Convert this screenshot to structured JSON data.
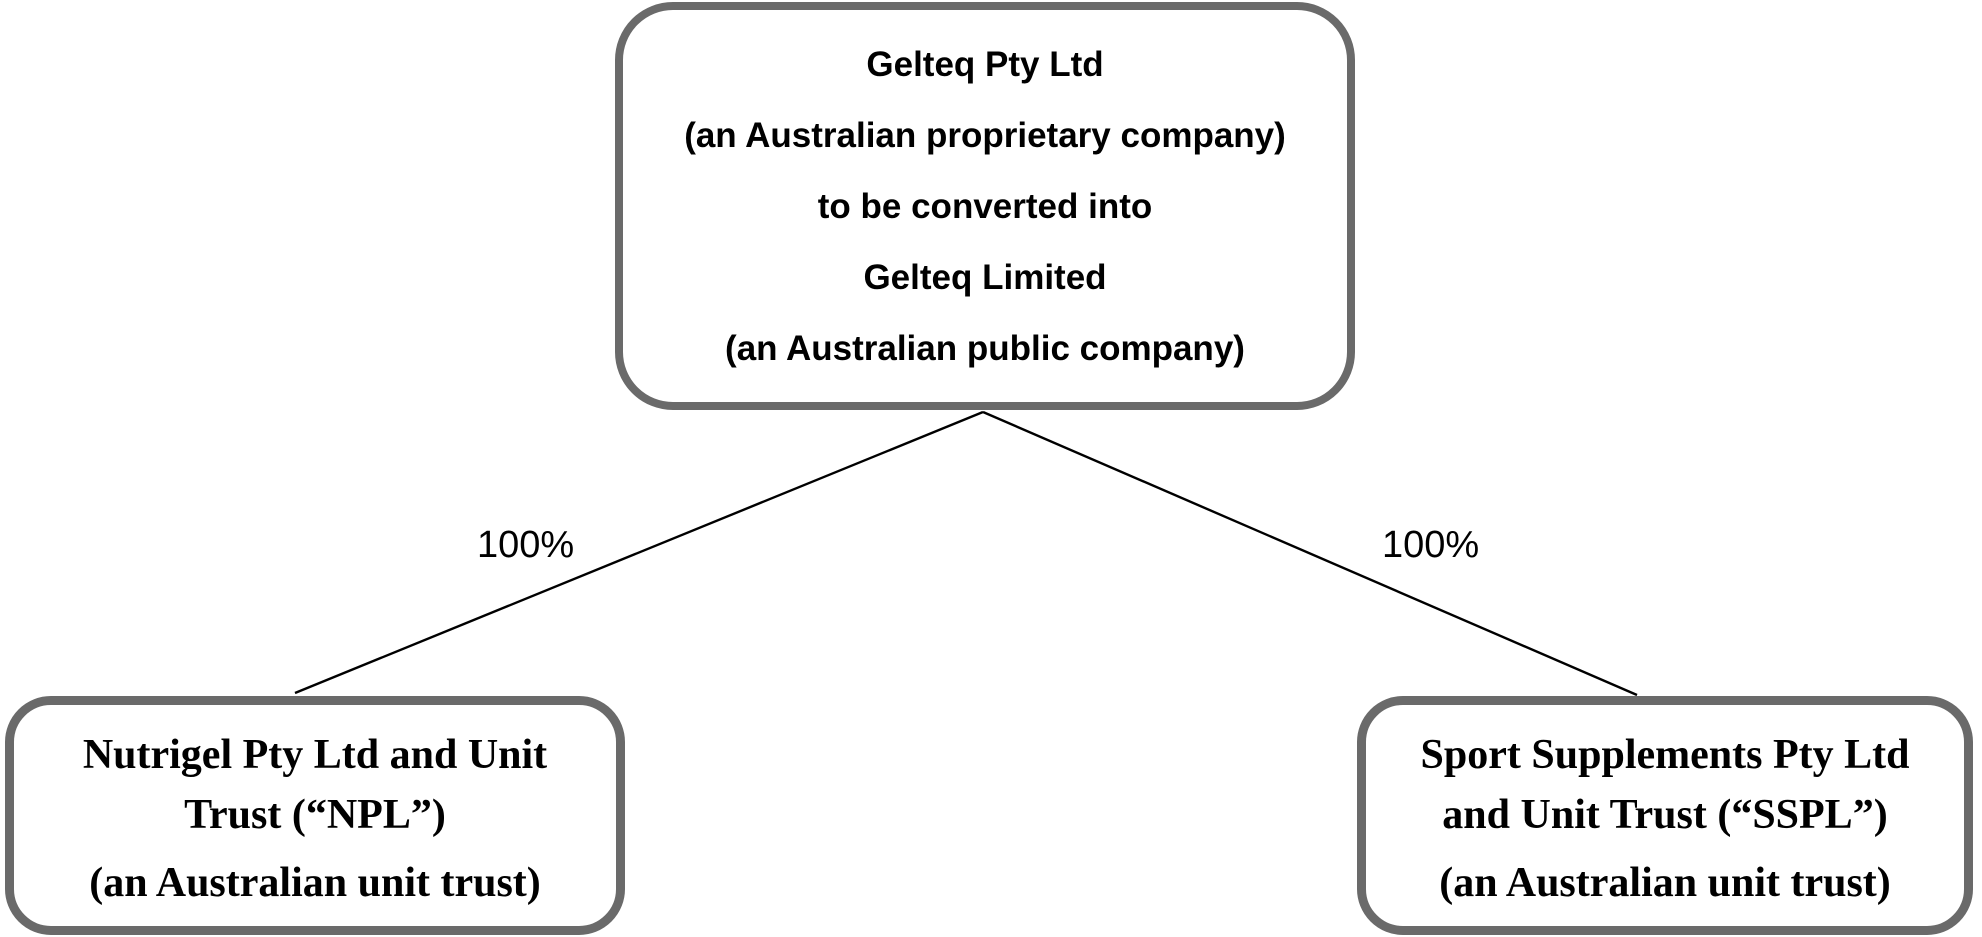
{
  "diagram": {
    "title": "Gelteq corporate structure chart",
    "parent": {
      "lines": [
        "Gelteq Pty Ltd",
        "(an Australian proprietary company)",
        "to be converted into",
        "Gelteq Limited",
        "(an Australian public company)"
      ]
    },
    "edges": {
      "left_label": "100%",
      "right_label": "100%"
    },
    "children": {
      "left": {
        "name_line1": "Nutrigel Pty Ltd and Unit",
        "name_line2": "Trust (“NPL”)",
        "subtitle": "(an Australian unit trust)"
      },
      "right": {
        "name_line1": "Sport Supplements Pty Ltd",
        "name_line2": "and Unit Trust (“SSPL”)",
        "subtitle": "(an Australian unit trust)"
      }
    },
    "colors": {
      "border": "#6a6a6a",
      "text": "#000000",
      "line": "#000000",
      "background": "#ffffff"
    }
  }
}
